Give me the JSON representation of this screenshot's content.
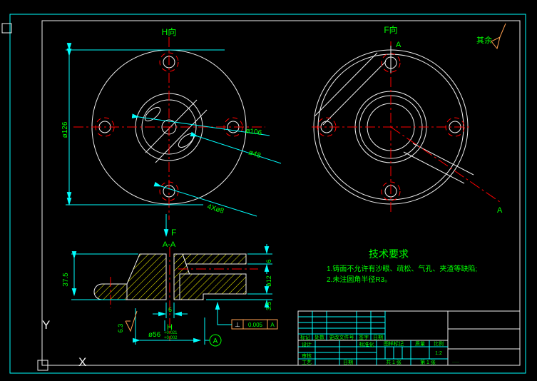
{
  "colors": {
    "background": "#000000",
    "frame_outer": "#00ffff",
    "frame_inner": "#f0f0f0",
    "dimension_lines": "#00ffff",
    "dimension_text": "#00ff00",
    "centerlines": "#ff0000",
    "hatching": "#ffff00",
    "tolerance_frame": "#ffa050"
  },
  "frame": {
    "ucs_x": "X",
    "ucs_y": "Y"
  },
  "left_view": {
    "title": "H向",
    "dim_outer": "ø126",
    "dim_bolt_circle": "ø106",
    "dim_hub": "ø48",
    "dim_holes": "4Xø8",
    "arrow_label": "F"
  },
  "right_view": {
    "title": "F向",
    "section_top": "A",
    "section_bottom": "A"
  },
  "corner": {
    "rest_label": "其余"
  },
  "section": {
    "title": "A-A",
    "dim_height": "37.5",
    "dim_top": "6",
    "dim_hole": "ø12",
    "dim_step": "3.5",
    "dim_bore": "6",
    "datum_h": "H",
    "dim_bolt": "ø56",
    "tol_upper": "+0.021",
    "tol_lower": "+0.002",
    "roughness": "6.3",
    "fcf_symbol": "⊥",
    "fcf_value": "0.005",
    "fcf_datum": "A",
    "datum_a": "A"
  },
  "notes": {
    "title": "技术要求",
    "line1": "1.铸面不允许有沙眼、疏松、气孔、夹渣等缺陷;",
    "line2": "2.未注圆角半径R3。"
  },
  "title_block": {
    "rev_headers": [
      "标记",
      "处数",
      "更改文件号",
      "签字",
      "日期"
    ],
    "design": "设计",
    "standardization": "标准化",
    "check": "审核",
    "process": "工艺",
    "date": "日期",
    "stage_mark": "图样标记",
    "mass": "质量",
    "scale": "比例",
    "scale_value": "1:2",
    "sheet_total": "共 1 张",
    "sheet_no": "第 1 张",
    "fine_print": "·····"
  }
}
